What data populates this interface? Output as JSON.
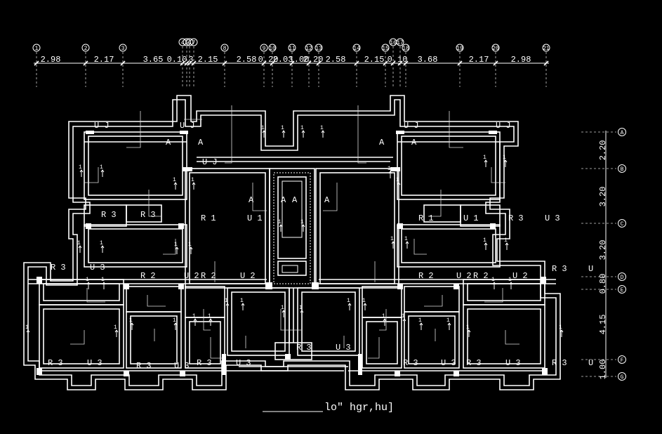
{
  "drawing": {
    "title": "lo\"  hgr,hu]",
    "top_bubbles": [
      "1",
      "2",
      "3",
      "4",
      "5",
      "6",
      "7",
      "8",
      "9",
      "10",
      "11",
      "12",
      "13",
      "14",
      "15",
      "16",
      "17",
      "18",
      "19",
      "20",
      "21"
    ],
    "top_dims": [
      "2.98",
      "2.17",
      "3.65",
      "0.10",
      "3",
      "2.15",
      "2.58",
      "0.20",
      "2.03",
      "1.00",
      "2.20",
      "2.58",
      "2.15",
      "0.10",
      "3.68",
      "2.17",
      "2.98"
    ],
    "right_bubbles": [
      "A",
      "B",
      "C",
      "D",
      "E",
      "F",
      "G"
    ],
    "right_dims": [
      "2.20",
      "3.20",
      "3.20",
      "0.80",
      "4.15",
      "1.00"
    ],
    "room_labels": {
      "r1": "R 1",
      "r2": "R 2",
      "r3": "R 3",
      "u1": "U 1",
      "u2": "U 2",
      "u3": "U 3",
      "uj": "U J",
      "a": "A",
      "one": "1",
      "u": "U"
    },
    "colors": {
      "background": "#000000",
      "lines": "#ffffff"
    }
  }
}
